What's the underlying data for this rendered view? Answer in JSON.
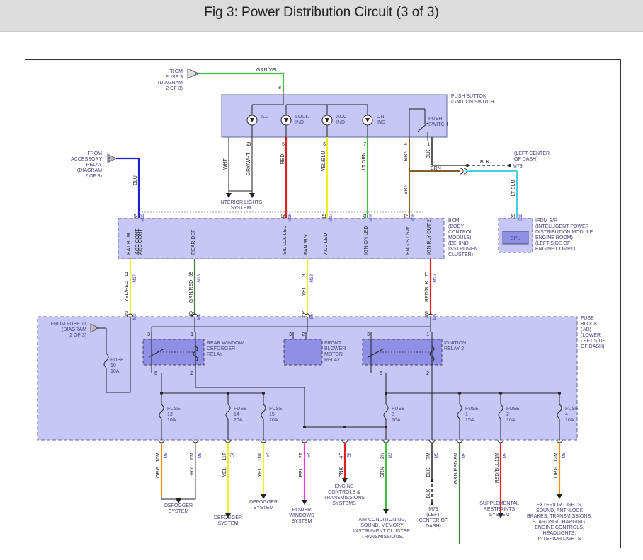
{
  "title": "Fig 3: Power Distribution Circuit (3 of 3)",
  "colors": {
    "module_fill": "#c7c7f7",
    "module_stroke": "#666699",
    "red": "#e02020",
    "yellow": "#f0f020",
    "green": "#40c040",
    "orange": "#ff8c00",
    "magenta": "#e040e0",
    "cyan": "#40d0e0",
    "gray": "#999999",
    "brown": "#8b5a2b",
    "blue": "#2020d0",
    "darkgreen": "#408040"
  },
  "top": {
    "from_fuse9": [
      "FROM",
      "FUSE 9",
      "(DIAGRAM",
      "2 OF 3)"
    ],
    "grn_yel": "GRN/YEL",
    "push_button": [
      "PUSH BUTTON",
      "IGNITION SWITCH"
    ],
    "from_acc": [
      "FROM",
      "ACCESSORY",
      "RELAY",
      "(DIAGRAM",
      "2 OF 3)"
    ],
    "left_center_dash": [
      "(LEFT CENTER",
      "OF DASH)"
    ],
    "m79": "M79",
    "blk": "BLK",
    "brn": "BRN",
    "lt_blu": "LT BLU",
    "interior_lights": [
      "INTERIOR LIGHTS",
      "SYSTEM"
    ],
    "switch_items": [
      {
        "label": [
          "ILL"
        ],
        "pin": "3",
        "wire": "WHT"
      },
      {
        "label": [
          "LOCK",
          "IND"
        ],
        "pin": "5",
        "wire": "RED"
      },
      {
        "label": [
          "ACC",
          "IND"
        ],
        "pin": "6",
        "wire": "YEL/BLU"
      },
      {
        "label": [
          "ON",
          "IND"
        ],
        "pin": "7",
        "wire": "LT GRN"
      }
    ],
    "pin2": "2",
    "gry_wht": "GRY/WHT",
    "pin4": "4",
    "pin1": "1",
    "pin8": "8",
    "push_switch": [
      "PUSH",
      "SWITCH"
    ],
    "blu": "BLU"
  },
  "bcm": {
    "title": [
      "BCM",
      "(BODY",
      "CONTROL",
      "MODULE)",
      "(BEHIND",
      "INSTRUMENT",
      "CLUSTER)"
    ],
    "pins_in": [
      {
        "pin": "83",
        "conn": "M19",
        "label": "ACC CONT"
      },
      {
        "pin": "42",
        "conn": "M18",
        "label": "S/L LCK LED"
      },
      {
        "pin": "15",
        "conn": "M17",
        "label": "ACC LED"
      },
      {
        "pin": "81",
        "conn": "M18",
        "label": "IGN ON LED"
      },
      {
        "pin": "77",
        "conn": "M18",
        "label": "ENG ST SW"
      }
    ],
    "bottom_labels": [
      "BAT BCM",
      "REAR DEF",
      "FAN RLY",
      "IGN RLY OUT 2"
    ],
    "pins_out": [
      {
        "pin": "11",
        "conn": "M17",
        "wire": "YEL/RED"
      },
      {
        "pin": "58",
        "conn": "M18",
        "wire": "GRN/RED"
      },
      {
        "pin": "90",
        "conn": "M18",
        "wire": "YEL"
      },
      {
        "pin": "70",
        "conn": "M19",
        "wire": "RED/BLK"
      }
    ]
  },
  "ipdm": {
    "title": [
      "IPDM E/R",
      "(INTELLIGENT POWER",
      "DISTRIBUTION MODULE",
      "ENGINE ROOM)",
      "(LEFT SIDE OF",
      "ENGINE COMPT)"
    ],
    "cpu": "CPU",
    "pin": "28",
    "conn": "E18"
  },
  "jb": {
    "title": [
      "FUSE",
      "BLOCK",
      "(J/B)",
      "(LOWER",
      "LEFT SIDE",
      "OF DASH)"
    ],
    "from_fuse11": [
      "FROM FUSE 11",
      "(DIAGRAM",
      "2 OF 3)"
    ],
    "top_pins": [
      {
        "pin": "7N",
        "conn": "M3"
      },
      {
        "pin": "4Q",
        "conn": "M4"
      },
      {
        "pin": "6P",
        "conn": "E6"
      },
      {
        "pin": "8M",
        "conn": "M5"
      }
    ],
    "relays": [
      {
        "label": [
          "REAR WINDOW",
          "DEFOGGER",
          "RELAY"
        ]
      },
      {
        "label": [
          "FRONT",
          "BLOWER",
          "MOTOR",
          "RELAY"
        ]
      },
      {
        "label": [
          "IGNITION",
          "RELAY 2"
        ]
      }
    ],
    "relay_pins": [
      "3",
      "1",
      "5",
      "2",
      "3",
      "2",
      "3",
      "1",
      "5",
      "2"
    ],
    "fuses": [
      {
        "label": [
          "FUSE",
          "10",
          "10A"
        ]
      },
      {
        "label": [
          "FUSE",
          "13",
          "10A"
        ]
      },
      {
        "label": [
          "FUSE",
          "14",
          "20A"
        ]
      },
      {
        "label": [
          "FUSE",
          "15",
          "20A"
        ]
      },
      {
        "label": [
          "FUSE",
          "3",
          "10A"
        ]
      },
      {
        "label": [
          "FUSE",
          "1",
          "15A"
        ]
      },
      {
        "label": [
          "FUSE",
          "2",
          "10A"
        ]
      },
      {
        "label": [
          "FUSE",
          "4",
          "10A"
        ]
      }
    ]
  },
  "outputs": [
    {
      "pin": "10M",
      "conn": "M5",
      "wire": "ORG"
    },
    {
      "pin": "6M",
      "conn": "M5",
      "wire": "GRY"
    },
    {
      "pin": "11T",
      "conn": "E4",
      "wire": "YEL"
    },
    {
      "pin": "10T",
      "conn": "E4",
      "wire": "YEL"
    },
    {
      "pin": "2T",
      "conn": "E4",
      "wire": "PPL"
    },
    {
      "pin": "4P",
      "conn": "E6",
      "wire": "PNK"
    },
    {
      "pin": "2N",
      "conn": "M3",
      "wire": "GRN"
    },
    {
      "pin": "7M",
      "conn": "M5",
      "wire": "BLK"
    },
    {
      "pin": "8M",
      "conn": "M5",
      "wire": "GRN/RED"
    },
    {
      "pin": "11M",
      "conn": "M5",
      "wire": "RED/BLU"
    },
    {
      "pin": "12M",
      "conn": "M5",
      "wire": "ORG"
    }
  ],
  "destinations": {
    "defogger1": [
      "DEFOGGER",
      "SYSTEM"
    ],
    "defogger2": [
      "DEFOGGER",
      "SYSTEM"
    ],
    "defogger3": [
      "DEFOGGER",
      "SYSTEM"
    ],
    "power_windows": [
      "POWER",
      "WINDOWS",
      "SYSTEM"
    ],
    "engine_controls": [
      "ENGINE",
      "CONTROLS &",
      "TRANSMISSIONS",
      "SYSTEMS"
    ],
    "air_cond": [
      "AIR CONDITIONING,",
      "SOUND, MEMORY,",
      "INSTRUMENT CLUSTER,",
      "TRANSMISSIONS,"
    ],
    "m79_ground": [
      "M79",
      "(LEFT",
      "CENTER OF",
      "DASH)"
    ],
    "blk_ground_wire": "BLK",
    "supplemental": [
      "SUPPLEMENTAL",
      "RESTRAINTS",
      "SYSTEM"
    ],
    "exterior": [
      "EXTERIOR LIGHTS,",
      "SOUND, ANTI-LOCK",
      "BRAKES, TRANSMISSIONS,",
      "STARTING/CHARGING,",
      "ENGINE CONTROLS,",
      "HEADLIGHTS,",
      "INTERIOR LIGHTS"
    ]
  }
}
